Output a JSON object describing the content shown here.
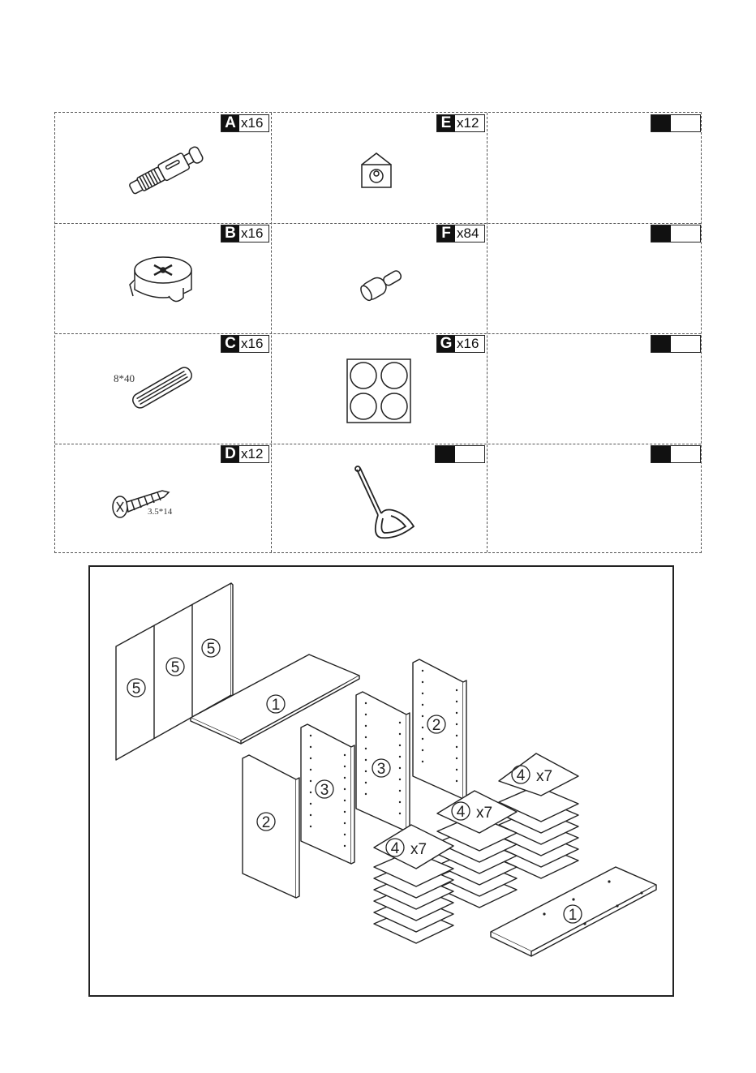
{
  "hardware": {
    "A": {
      "letter": "A",
      "qty": "x16"
    },
    "B": {
      "letter": "B",
      "qty": "x16"
    },
    "C": {
      "letter": "C",
      "qty": "x16",
      "spec": "8*40"
    },
    "D": {
      "letter": "D",
      "qty": "x12",
      "spec": "3.5*14"
    },
    "E": {
      "letter": "E",
      "qty": "x12"
    },
    "F": {
      "letter": "F",
      "qty": "x84"
    },
    "G": {
      "letter": "G",
      "qty": "x16"
    }
  },
  "panels": {
    "p1_top": "1",
    "p1_bottom": "1",
    "p2_left": "2",
    "p2_right": "2",
    "p3_left": "3",
    "p3_right": "3",
    "p4_stack_a": "4",
    "p4_stack_b": "4",
    "p4_stack_c": "4",
    "p4_qty": "x7",
    "p5_a": "5",
    "p5_b": "5",
    "p5_c": "5"
  }
}
